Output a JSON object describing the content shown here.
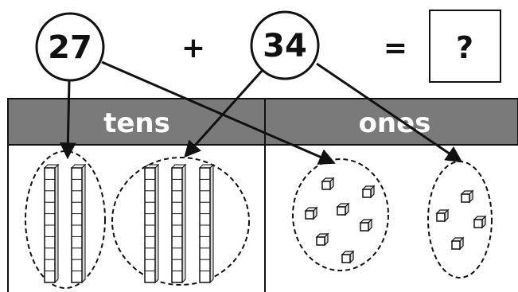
{
  "equation": {
    "first_addend": "27",
    "plus_sign": "+",
    "second_addend": "34",
    "equals_sign": "=",
    "answer_placeholder": "?"
  },
  "table": {
    "headers": {
      "tens": "tens",
      "ones": "ones"
    },
    "header_color": "#7a7a7a",
    "header_text_color": "#ffffff"
  },
  "groups": {
    "first_number": {
      "tens_rods": 2,
      "ones_cubes": 7
    },
    "second_number": {
      "tens_rods": 3,
      "ones_cubes": 4
    }
  },
  "block_units_per_rod": 10
}
